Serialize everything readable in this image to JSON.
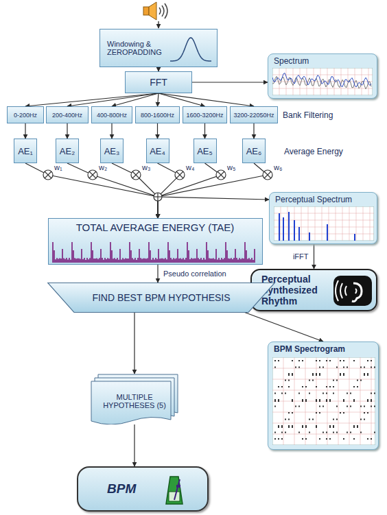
{
  "diagram": {
    "nodes": [
      {
        "text": [
          "Windowing & ZEROPADDING"
        ]
      },
      {
        "text": [
          "FFT"
        ]
      },
      {
        "text": [
          "Spectrum"
        ]
      },
      {
        "text": [
          "0-200Hz"
        ]
      },
      {
        "text": [
          "200-400Hz"
        ]
      },
      {
        "text": [
          "400-800Hz"
        ]
      },
      {
        "text": [
          "800-1600Hz"
        ]
      },
      {
        "text": [
          "1600-3200Hz"
        ]
      },
      {
        "text": [
          "3200-22050Hz"
        ]
      },
      {
        "text": [
          "AE₁"
        ]
      },
      {
        "text": [
          "AE₂"
        ]
      },
      {
        "text": [
          "AE₃"
        ]
      },
      {
        "text": [
          "AE₄"
        ]
      },
      {
        "text": [
          "AE₅"
        ]
      },
      {
        "text": [
          "AE₆"
        ]
      },
      {
        "text": [
          "Perceptual Spectrum"
        ]
      },
      {
        "text": [
          "TOTAL AVERAGE ENERGY (TAE)"
        ]
      },
      {
        "text": [
          "Perceptual Synthesized Rhythm"
        ]
      },
      {
        "text": [
          "FIND BEST BPM HYPOTHESIS"
        ]
      },
      {
        "text": [
          "BPM Spectrogram"
        ]
      },
      {
        "text": [
          "MULTIPLE HYPOTHESES (5)"
        ]
      },
      {
        "text": [
          "BPM"
        ]
      }
    ],
    "edges": [
      {
        "from": 0,
        "to": 1,
        "arrow": "to"
      },
      {
        "from": 1,
        "to": 2,
        "arrow": "to"
      },
      {
        "from": 1,
        "to": 3,
        "arrow": "to"
      },
      {
        "from": 1,
        "to": 4,
        "arrow": "to"
      },
      {
        "from": 1,
        "to": 5,
        "arrow": "to"
      },
      {
        "from": 1,
        "to": 6,
        "arrow": "to"
      },
      {
        "from": 1,
        "to": 7,
        "arrow": "to"
      },
      {
        "from": 1,
        "to": 8,
        "arrow": "to"
      },
      {
        "from": 3,
        "to": 9,
        "arrow": "to"
      },
      {
        "from": 4,
        "to": 10,
        "arrow": "to"
      },
      {
        "from": 5,
        "to": 11,
        "arrow": "to"
      },
      {
        "from": 6,
        "to": 12,
        "arrow": "to"
      },
      {
        "from": 7,
        "to": 13,
        "arrow": "to"
      },
      {
        "from": 8,
        "to": 14,
        "arrow": "to"
      },
      {
        "from": 9,
        "to": 16,
        "arrow": "to"
      },
      {
        "from": 10,
        "to": 16,
        "arrow": "to"
      },
      {
        "from": 11,
        "to": 16,
        "arrow": "to"
      },
      {
        "from": 12,
        "to": 16,
        "arrow": "to"
      },
      {
        "from": 13,
        "to": 16,
        "arrow": "to"
      },
      {
        "from": 14,
        "to": 16,
        "arrow": "to"
      },
      {
        "from": 16,
        "to": 15,
        "arrow": "to"
      },
      {
        "from": 15,
        "to": 17,
        "label": "iFFT",
        "arrow": "to"
      },
      {
        "from": 16,
        "to": 18,
        "label": "Pseudo correlation",
        "arrow": "to"
      },
      {
        "from": 18,
        "to": 20,
        "arrow": "to"
      },
      {
        "from": 18,
        "to": 19,
        "arrow": "to"
      },
      {
        "from": 20,
        "to": 21,
        "arrow": "to"
      }
    ],
    "labels": [
      "Bank Filtering",
      "Average Energy",
      "w₁",
      "w₂",
      "w₃",
      "w₄",
      "w₅",
      "w₆"
    ]
  }
}
